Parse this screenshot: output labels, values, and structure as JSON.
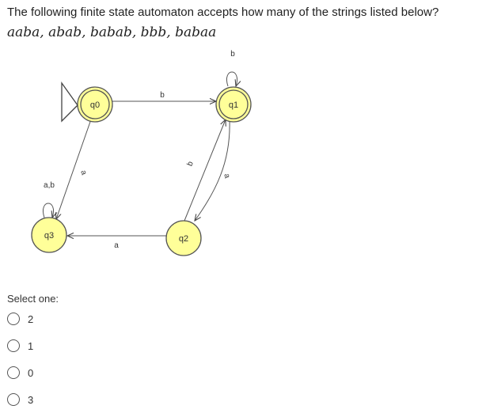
{
  "question": {
    "text": "The following finite state automaton accepts how many of the strings listed below?",
    "strings": "aaba, abab, babab, bbb, babaa"
  },
  "automaton": {
    "states": [
      {
        "id": "q0",
        "label": "q0",
        "accepting": true,
        "initial": true
      },
      {
        "id": "q1",
        "label": "q1",
        "accepting": true,
        "initial": false
      },
      {
        "id": "q2",
        "label": "q2",
        "accepting": false,
        "initial": false
      },
      {
        "id": "q3",
        "label": "q3",
        "accepting": false,
        "initial": false
      }
    ],
    "transitions": [
      {
        "from": "q0",
        "to": "q1",
        "label": "b"
      },
      {
        "from": "q1",
        "to": "q1",
        "label": "b"
      },
      {
        "from": "q0",
        "to": "q3",
        "label": "a"
      },
      {
        "from": "q3",
        "to": "q3",
        "label": "a,b"
      },
      {
        "from": "q2",
        "to": "q1",
        "label": "b"
      },
      {
        "from": "q1",
        "to": "q2",
        "label": "a"
      },
      {
        "from": "q2",
        "to": "q3",
        "label": "a"
      }
    ],
    "colors": {
      "state_fill": "#ffff99",
      "state_stroke": "#333333",
      "edge": "#555555"
    }
  },
  "answer": {
    "prompt": "Select one:",
    "options": [
      "2",
      "1",
      "0",
      "3"
    ]
  }
}
